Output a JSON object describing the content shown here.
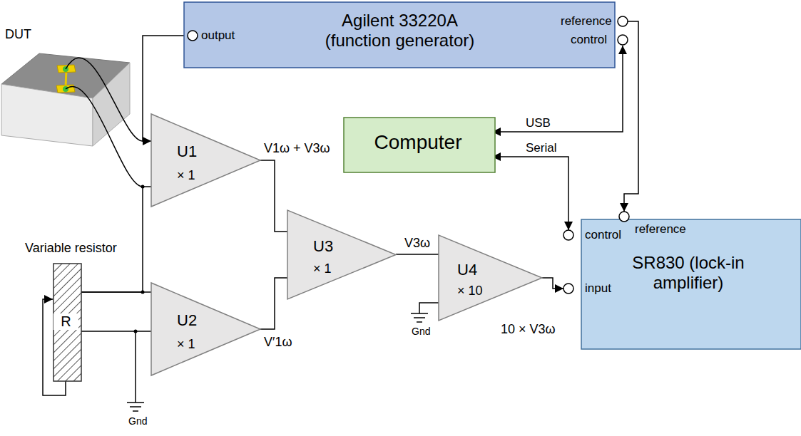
{
  "diagram": {
    "nodes": [
      {
        "text": [
          "Agilent 33220A (function generator)",
          "output",
          "reference",
          "control"
        ]
      },
      {
        "text": [
          "Computer"
        ]
      },
      {
        "text": [
          "U1",
          "× 1"
        ]
      },
      {
        "text": [
          "reference",
          "control",
          "input",
          "SR830 (lock-in amplifier)"
        ]
      },
      {
        "text": [
          "U3",
          "× 1"
        ]
      },
      {
        "text": [
          "U4",
          "× 10"
        ]
      },
      {
        "text": [
          "Variable resistor",
          "R"
        ]
      },
      {
        "text": [
          "U2",
          "× 1"
        ]
      }
    ],
    "edges": [
      {
        "from": 0,
        "to": 2,
        "arrow": "to"
      },
      {
        "from": 1,
        "to": 0,
        "label": "USB",
        "arrow": "both"
      },
      {
        "from": 1,
        "to": 3,
        "label": "Serial",
        "arrow": "both"
      },
      {
        "from": 0,
        "to": 3,
        "arrow": "to"
      },
      {
        "from": 6,
        "to": 2,
        "arrow": "none"
      },
      {
        "from": 2,
        "to": 4,
        "arrow": "none"
      },
      {
        "from": 6,
        "to": 7,
        "arrow": "none"
      },
      {
        "from": 6,
        "to": 7,
        "arrow": "none"
      },
      {
        "from": 7,
        "to": 4,
        "arrow": "none"
      },
      {
        "from": 4,
        "to": 5,
        "arrow": "none"
      },
      {
        "from": 5,
        "to": 3,
        "arrow": "to"
      }
    ],
    "labels": [
      "DUT",
      "V1ω + V3ω",
      "V′1ω",
      "V3ω",
      "10 × V3ω",
      "Gnd",
      "Gnd"
    ]
  }
}
